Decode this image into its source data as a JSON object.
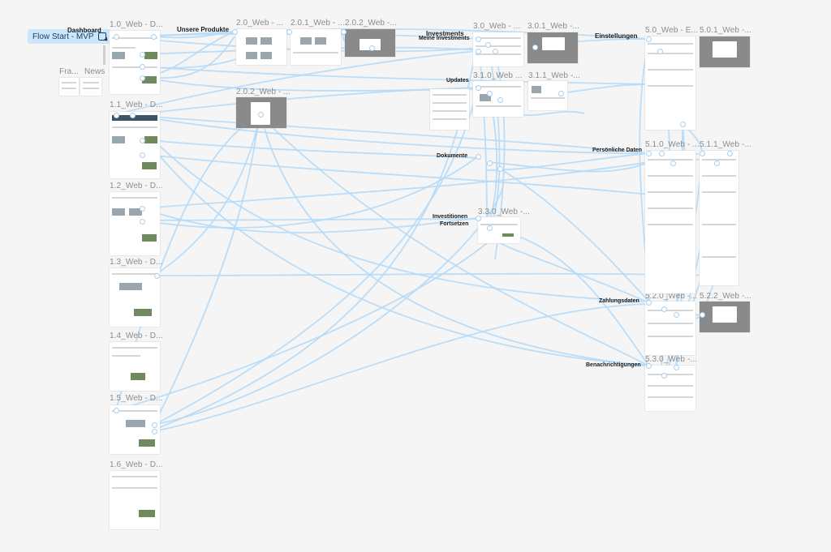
{
  "flow_start": {
    "label": "Flow Start - MVP",
    "icon": "flow-start-icon"
  },
  "colors": {
    "canvas": "#f5f5f5",
    "connector": "#b5daf7",
    "flow_badge": "#cde6fb",
    "overlay": "#8a8a8a"
  },
  "frame_titles": {
    "f1_0": "1.0_Web - D...",
    "f1_1": "1.1_Web - D...",
    "f1_2": "1.2_Web - D...",
    "f1_3": "1.3_Web - D...",
    "f1_4": "1.4_Web - D...",
    "f1_5": "1.5_Web - D...",
    "f1_6": "1.6_Web - D...",
    "fra": "Fra...",
    "news": "News",
    "f2_0": "2.0_Web - ...",
    "f2_0_1": "2.0.1_Web - ...",
    "f2_0_2a": "2.0.2_Web -...",
    "f2_0_2b": "2.0.2_Web - ...",
    "f3_0": "3.0_Web - ...",
    "f3_0_1": "3.0.1_Web -...",
    "f3_1_0": "3.1.0_Web ...",
    "f3_1_1": "3.1.1_Web -...",
    "f3_3_0": "3.3.0_Web -...",
    "f5_0": "5.0_Web - E...",
    "f5_0_1": "5.0.1_Web -...",
    "f5_1_0": "5.1.0_Web - ...",
    "f5_1_1": "5.1.1_Web -...",
    "f5_2_0": "5.2.0_Web -...",
    "f5_2_2": "5.2.2_Web -...",
    "f5_3_0": "5.3.0_Web -..."
  },
  "section_titles": {
    "dashboard": "Dashboard",
    "unsere_produkte": "Unsere Produkte",
    "investments": "Investments",
    "meine_investments": "Meine Investments",
    "einstellungen": "Einstellungen",
    "updates": "Updates",
    "dokumente": "Dokumente",
    "investitionen_fortsetzen_1": "Investitionen",
    "investitionen_fortsetzen_2": "Fortsetzen",
    "persoenliche_daten": "Persönliche Daten",
    "zahlungsdaten": "Zahlungsdaten",
    "benachrichtigungen": "Benachrichtigungen"
  }
}
